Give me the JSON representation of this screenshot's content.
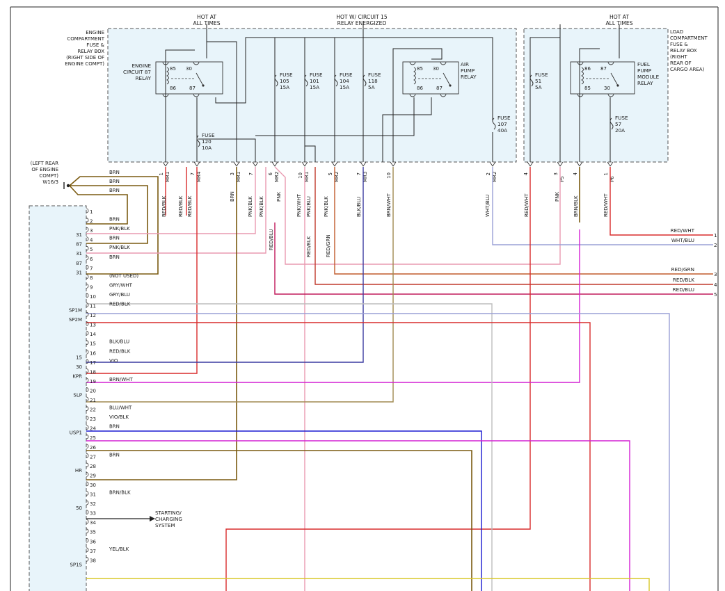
{
  "header": {
    "hot_at_all_times_1": "HOT AT\nALL TIMES",
    "hot_w_circuit15": "HOT W/ CIRCUIT 15\nRELAY ENERGIZED",
    "hot_at_all_times_2": "HOT AT\nALL TIMES"
  },
  "boxes": {
    "engine_box": "ENGINE\nCOMPARTMENT\nFUSE &\nRELAY BOX\n(RIGHT SIDE OF\nENGINE COMPT)",
    "load_box": "LOAD\nCOMPARTMENT\nFUSE &\nRELAY BOX\n(RIGHT\nREAR OF\nCARGO AREA)"
  },
  "relays": [
    {
      "name": "ENGINE\nCIRCUIT 87\nRELAY",
      "pins": [
        "85",
        "30",
        "86",
        "87"
      ]
    },
    {
      "name": "AIR\nPUMP\nRELAY",
      "pins": [
        "85",
        "30",
        "86",
        "87"
      ]
    },
    {
      "name": "FUEL\nPUMP\nMODULE\nRELAY",
      "pins": [
        "86",
        "87",
        "85",
        "30"
      ]
    }
  ],
  "fuses": [
    {
      "name": "FUSE\n105\n15A"
    },
    {
      "name": "FUSE\n101\n15A"
    },
    {
      "name": "FUSE\n104\n15A"
    },
    {
      "name": "FUSE\n118\n5A"
    },
    {
      "name": "FUSE\n120\n10A"
    },
    {
      "name": "FUSE\n107\n40A"
    },
    {
      "name": "FUSE\n51\n5A"
    },
    {
      "name": "FUSE\n57\n20A"
    }
  ],
  "ground": {
    "label": "(LEFT REAR\nOF ENGINE\nCOMPT)\nW16/3"
  },
  "connector_pins": [
    {
      "pin": "1",
      "term": "1",
      "conn": "MR1"
    },
    {
      "pin": "7",
      "term": "7",
      "conn": "MR4"
    },
    {
      "pin": "3",
      "term": "3",
      "conn": "MR1"
    },
    {
      "pin": "7",
      "term": "7",
      "conn": ""
    },
    {
      "pin": "6",
      "term": "6",
      "conn": "MR2"
    },
    {
      "pin": "10",
      "term": "10",
      "conn": "MR1"
    },
    {
      "pin": "5",
      "term": "5",
      "conn": "MR2"
    },
    {
      "pin": "7",
      "term": "7",
      "conn": "MR3"
    },
    {
      "pin": "10",
      "term": "10",
      "conn": ""
    },
    {
      "pin": "2",
      "term": "2",
      "conn": "MR2"
    },
    {
      "pin": "4",
      "term": "4",
      "conn": ""
    },
    {
      "pin": "3",
      "term": "3",
      "conn": "P5"
    },
    {
      "pin": "4",
      "term": "4",
      "conn": ""
    },
    {
      "pin": "1",
      "term": "1",
      "conn": "P6"
    }
  ],
  "vertical_wire_labels": [
    "RED/BLK",
    "RED/BLK",
    "RED/BLK",
    "BRN",
    "PNK/BLK",
    "PNK/BLK",
    "PNK",
    "PNK/WHT",
    "PNK/BLU",
    "PNK/BLK",
    "BLK/BLU",
    "BRN/WHT",
    "WHT/BLU",
    "RED/WHT",
    "PNK",
    "BRN/BLK",
    "RED/WHT",
    "RED/BLU",
    "RED/BLK",
    "RED/GRN"
  ],
  "right_outputs": [
    {
      "label": "RED/WHT",
      "num": "1",
      "color": "#e03a3a"
    },
    {
      "label": "WHT/BLU",
      "num": "2",
      "color": "#8b86d6"
    },
    {
      "label": "RED/GRN",
      "num": "3",
      "color": "#c05a2c"
    },
    {
      "label": "RED/BLK",
      "num": "4",
      "color": "#c0392b"
    },
    {
      "label": "RED/BLU",
      "num": "5",
      "color": "#c0185a"
    }
  ],
  "module_rows": [
    {
      "pin": "1",
      "left": "",
      "wire": ""
    },
    {
      "pin": "2",
      "left": "",
      "wire": "BRN"
    },
    {
      "pin": "3",
      "left": "31",
      "wire": "PNK/BLK"
    },
    {
      "pin": "4",
      "left": "87",
      "wire": "BRN"
    },
    {
      "pin": "5",
      "left": "31",
      "wire": "PNK/BLK"
    },
    {
      "pin": "6",
      "left": "87",
      "wire": "BRN"
    },
    {
      "pin": "7",
      "left": "31",
      "wire": ""
    },
    {
      "pin": "8",
      "left": "",
      "wire": "(NOT USED)"
    },
    {
      "pin": "9",
      "left": "",
      "wire": "GRY/WHT"
    },
    {
      "pin": "10",
      "left": "",
      "wire": "GRY/BLU"
    },
    {
      "pin": "11",
      "left": "SP1M",
      "wire": "RED/BLK"
    },
    {
      "pin": "12",
      "left": "SP2M",
      "wire": ""
    },
    {
      "pin": "13",
      "left": "",
      "wire": ""
    },
    {
      "pin": "14",
      "left": "",
      "wire": ""
    },
    {
      "pin": "15",
      "left": "",
      "wire": "BLK/BLU"
    },
    {
      "pin": "16",
      "left": "15",
      "wire": "RED/BLK"
    },
    {
      "pin": "17",
      "left": "30",
      "wire": "VIO"
    },
    {
      "pin": "18",
      "left": "KPR",
      "wire": ""
    },
    {
      "pin": "19",
      "left": "",
      "wire": "BRN/WHT"
    },
    {
      "pin": "20",
      "left": "SLP",
      "wire": ""
    },
    {
      "pin": "21",
      "left": "",
      "wire": ""
    },
    {
      "pin": "22",
      "left": "",
      "wire": "BLU/WHT"
    },
    {
      "pin": "23",
      "left": "",
      "wire": "VIO/BLK"
    },
    {
      "pin": "24",
      "left": "USP1",
      "wire": "BRN"
    },
    {
      "pin": "25",
      "left": "",
      "wire": ""
    },
    {
      "pin": "26",
      "left": "",
      "wire": ""
    },
    {
      "pin": "27",
      "left": "",
      "wire": "BRN"
    },
    {
      "pin": "28",
      "left": "HR",
      "wire": ""
    },
    {
      "pin": "29",
      "left": "",
      "wire": ""
    },
    {
      "pin": "30",
      "left": "",
      "wire": ""
    },
    {
      "pin": "31",
      "left": "",
      "wire": "BRN/BLK"
    },
    {
      "pin": "32",
      "left": "50",
      "wire": ""
    },
    {
      "pin": "33",
      "left": "",
      "wire": ""
    },
    {
      "pin": "34",
      "left": "",
      "wire": ""
    },
    {
      "pin": "35",
      "left": "",
      "wire": ""
    },
    {
      "pin": "36",
      "left": "",
      "wire": ""
    },
    {
      "pin": "37",
      "left": "",
      "wire": "YEL/BLK"
    },
    {
      "pin": "38",
      "left": "SP1S",
      "wire": ""
    }
  ],
  "starting_system": "STARTING/\nCHARGING\nSYSTEM",
  "colors": {
    "brn": "#7a5a10",
    "pnk": "#e99ab0",
    "red": "#d92c2c",
    "redblk": "#c0392b",
    "blkblu": "#3a3aa0",
    "vio": "#d420d4",
    "gry": "#bdbdbd",
    "grybl": "#9aa0d6",
    "blu": "#1a1ad0",
    "yel": "#d8c82a",
    "brnwht": "#a08a50"
  }
}
